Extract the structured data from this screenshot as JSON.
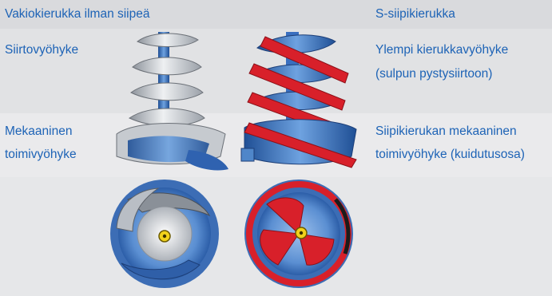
{
  "labels": {
    "left_title": "Vakiokierukka ilman siipeä",
    "right_title": "S-siipikierukka",
    "transfer_zone": "Siirtovyöhyke",
    "upper_zone_line1": "Ylempi kierukkavyöhyke",
    "upper_zone_line2": "(sulpun pystysiirtoon)",
    "mech_zone_line1": "Mekaaninen",
    "mech_zone_line2": "toimivyöhyke",
    "wing_mech_line1": "Siipikierukan mekaaninen",
    "wing_mech_line2": "toimivyöhyke (kuidutusosa)"
  },
  "colors": {
    "label_blue": "#1d63b6",
    "steel_blue": "#4f86c9",
    "silver": "#c9ccd1",
    "wing_red": "#d8202a",
    "hub_yellow": "#f2d21b"
  }
}
